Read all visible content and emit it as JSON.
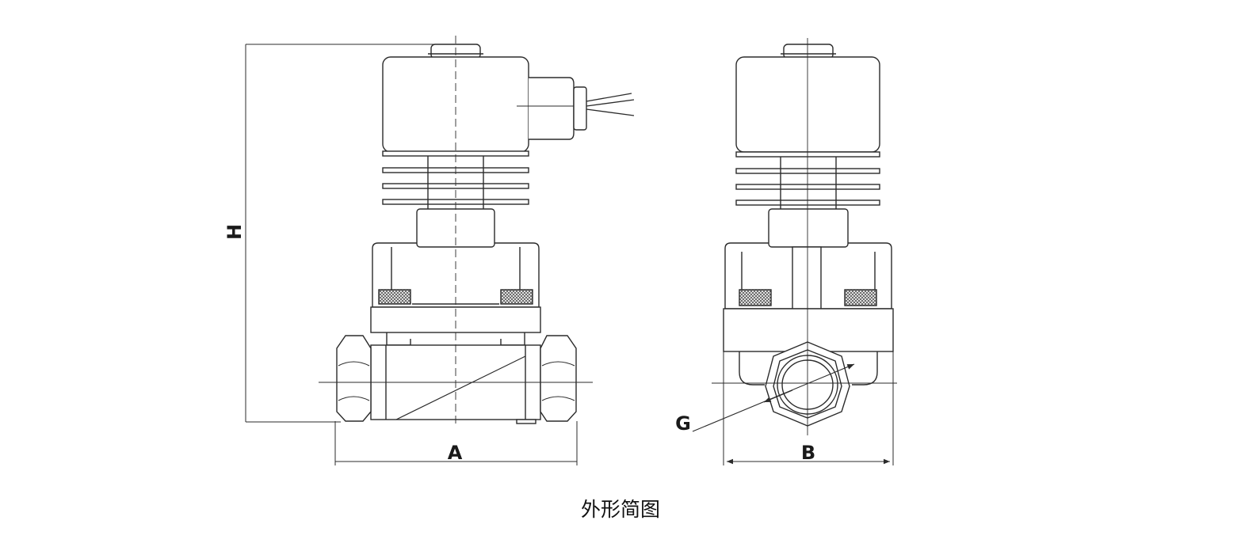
{
  "labels": {
    "height": "H",
    "width_side": "A",
    "width_front": "B",
    "thread": "G"
  },
  "caption": "外形简图",
  "colors": {
    "line": "#2b2b2b",
    "body_fill": "#ffffff",
    "knurl": "#8a8a8a"
  }
}
